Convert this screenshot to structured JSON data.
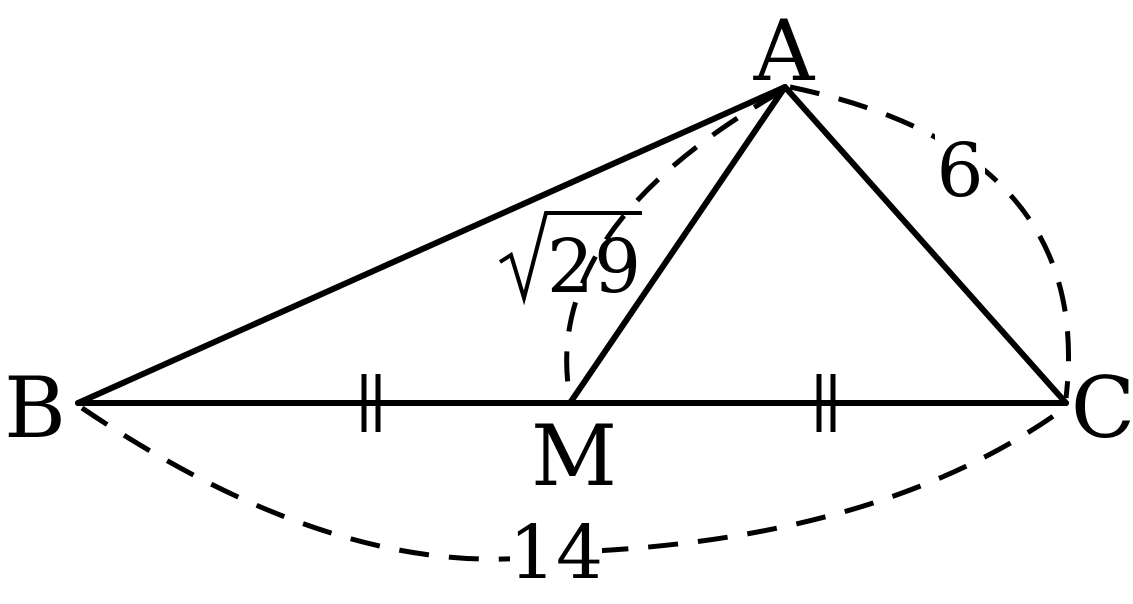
{
  "diagram": {
    "vertices": {
      "A": "A",
      "B": "B",
      "C": "C",
      "M": "M"
    },
    "measurements": {
      "AC": "6",
      "BC": "14",
      "AM_radicand": "29"
    },
    "equal_marks": "||",
    "colors": {
      "stroke": "#000000",
      "background": "#ffffff"
    }
  }
}
